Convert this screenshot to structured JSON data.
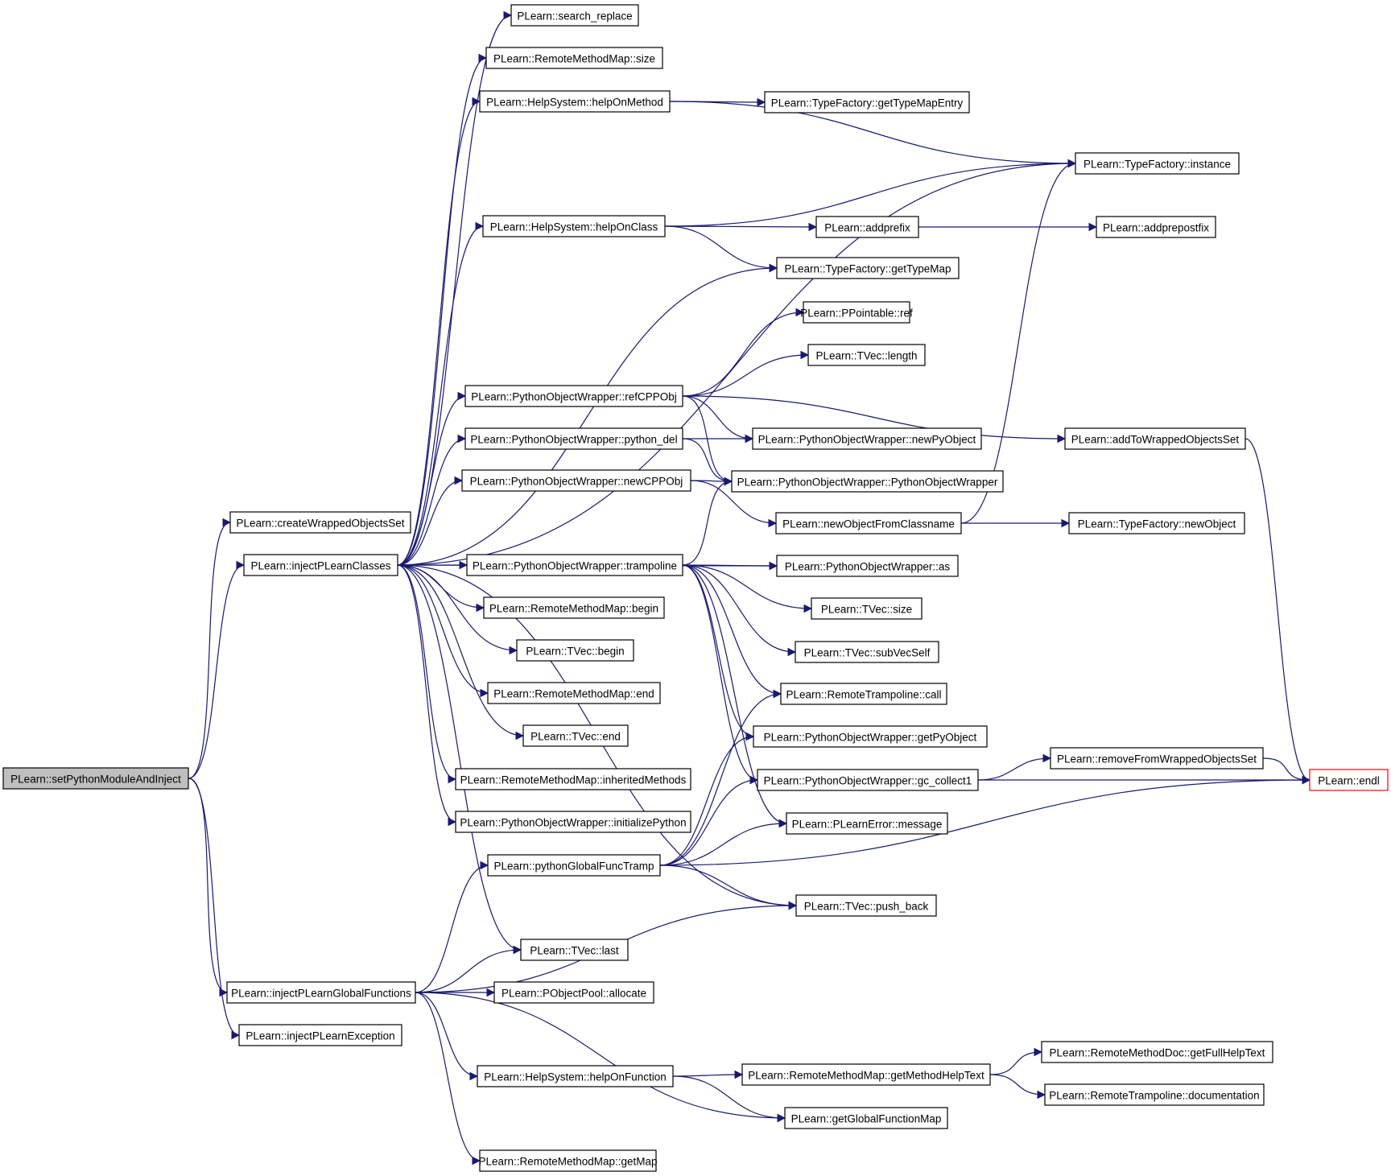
{
  "colors": {
    "edge": "#191970",
    "root_fill": "#bfbfbf",
    "truncated_border": "#ff0000"
  },
  "nodes": [
    {
      "id": "root",
      "label": "PLearn::setPythonModuleAndInject",
      "kind": "root"
    },
    {
      "id": "createWOS",
      "label": "PLearn::createWrappedObjectsSet"
    },
    {
      "id": "injectClasses",
      "label": "PLearn::injectPLearnClasses"
    },
    {
      "id": "injectGF",
      "label": "PLearn::injectPLearnGlobalFunctions"
    },
    {
      "id": "injectExc",
      "label": "PLearn::injectPLearnException"
    },
    {
      "id": "searchReplace",
      "label": "PLearn::search_replace"
    },
    {
      "id": "rmmSize",
      "label": "PLearn::RemoteMethodMap::size"
    },
    {
      "id": "helpOnMethod",
      "label": "PLearn::HelpSystem::helpOnMethod"
    },
    {
      "id": "getTypeMapEntry",
      "label": "PLearn::TypeFactory::getTypeMapEntry"
    },
    {
      "id": "tfInstance",
      "label": "PLearn::TypeFactory::instance"
    },
    {
      "id": "helpOnClass",
      "label": "PLearn::HelpSystem::helpOnClass"
    },
    {
      "id": "addprefix",
      "label": "PLearn::addprefix"
    },
    {
      "id": "addprepostfix",
      "label": "PLearn::addprepostfix"
    },
    {
      "id": "getTypeMap",
      "label": "PLearn::TypeFactory::getTypeMap"
    },
    {
      "id": "ppRef",
      "label": "PLearn::PPointable::ref"
    },
    {
      "id": "tvLength",
      "label": "PLearn::TVec::length"
    },
    {
      "id": "refCPPObj",
      "label": "PLearn::PythonObjectWrapper::refCPPObj"
    },
    {
      "id": "addToWOS",
      "label": "PLearn::addToWrappedObjectsSet"
    },
    {
      "id": "pythonDel",
      "label": "PLearn::PythonObjectWrapper::python_del"
    },
    {
      "id": "newPyObject",
      "label": "PLearn::PythonObjectWrapper::newPyObject"
    },
    {
      "id": "newCPPObj",
      "label": "PLearn::PythonObjectWrapper::newCPPObj"
    },
    {
      "id": "pow",
      "label": "PLearn::PythonObjectWrapper::PythonObjectWrapper"
    },
    {
      "id": "newObjFromCls",
      "label": "PLearn::newObjectFromClassname"
    },
    {
      "id": "tfNewObject",
      "label": "PLearn::TypeFactory::newObject"
    },
    {
      "id": "trampoline",
      "label": "PLearn::PythonObjectWrapper::trampoline"
    },
    {
      "id": "powAs",
      "label": "PLearn::PythonObjectWrapper::as"
    },
    {
      "id": "rmmBegin",
      "label": "PLearn::RemoteMethodMap::begin"
    },
    {
      "id": "tvSize",
      "label": "PLearn::TVec::size"
    },
    {
      "id": "tvBegin",
      "label": "PLearn::TVec::begin"
    },
    {
      "id": "tvSubVecSelf",
      "label": "PLearn::TVec::subVecSelf"
    },
    {
      "id": "rmmEnd",
      "label": "PLearn::RemoteMethodMap::end"
    },
    {
      "id": "rtCall",
      "label": "PLearn::RemoteTrampoline::call"
    },
    {
      "id": "tvEnd",
      "label": "PLearn::TVec::end"
    },
    {
      "id": "getPyObject",
      "label": "PLearn::PythonObjectWrapper::getPyObject"
    },
    {
      "id": "removeFromWOS",
      "label": "PLearn::removeFromWrappedObjectsSet"
    },
    {
      "id": "rmmInherited",
      "label": "PLearn::RemoteMethodMap::inheritedMethods"
    },
    {
      "id": "gcCollect1",
      "label": "PLearn::PythonObjectWrapper::gc_collect1"
    },
    {
      "id": "endl",
      "label": "PLearn::endl",
      "kind": "truncated"
    },
    {
      "id": "initPython",
      "label": "PLearn::PythonObjectWrapper::initializePython"
    },
    {
      "id": "errMessage",
      "label": "PLearn::PLearnError::message"
    },
    {
      "id": "pgft",
      "label": "PLearn::pythonGlobalFuncTramp"
    },
    {
      "id": "pushBack",
      "label": "PLearn::TVec::push_back"
    },
    {
      "id": "tvLast",
      "label": "PLearn::TVec::last"
    },
    {
      "id": "poolAllocate",
      "label": "PLearn::PObjectPool::allocate"
    },
    {
      "id": "helpOnFunction",
      "label": "PLearn::HelpSystem::helpOnFunction"
    },
    {
      "id": "getMethodHelpText",
      "label": "PLearn::RemoteMethodMap::getMethodHelpText"
    },
    {
      "id": "getFullHelpText",
      "label": "PLearn::RemoteMethodDoc::getFullHelpText"
    },
    {
      "id": "rtDoc",
      "label": "PLearn::RemoteTrampoline::documentation"
    },
    {
      "id": "getGFMap",
      "label": "PLearn::getGlobalFunctionMap"
    },
    {
      "id": "rmmGetMap",
      "label": "PLearn::RemoteMethodMap::getMap"
    }
  ],
  "edges": [
    [
      "root",
      "createWOS"
    ],
    [
      "root",
      "injectClasses"
    ],
    [
      "root",
      "injectGF"
    ],
    [
      "root",
      "injectExc"
    ],
    [
      "injectClasses",
      "searchReplace"
    ],
    [
      "injectClasses",
      "rmmSize"
    ],
    [
      "injectClasses",
      "helpOnMethod"
    ],
    [
      "injectClasses",
      "tfInstance"
    ],
    [
      "injectClasses",
      "helpOnClass"
    ],
    [
      "injectClasses",
      "getTypeMap"
    ],
    [
      "injectClasses",
      "refCPPObj"
    ],
    [
      "injectClasses",
      "pythonDel"
    ],
    [
      "injectClasses",
      "newCPPObj"
    ],
    [
      "injectClasses",
      "trampoline"
    ],
    [
      "injectClasses",
      "powAs"
    ],
    [
      "injectClasses",
      "rmmBegin"
    ],
    [
      "injectClasses",
      "tvBegin"
    ],
    [
      "injectClasses",
      "rmmEnd"
    ],
    [
      "injectClasses",
      "tvEnd"
    ],
    [
      "injectClasses",
      "rmmInherited"
    ],
    [
      "injectClasses",
      "initPython"
    ],
    [
      "injectClasses",
      "pushBack"
    ],
    [
      "injectClasses",
      "tvLast"
    ],
    [
      "helpOnMethod",
      "getTypeMapEntry"
    ],
    [
      "helpOnMethod",
      "tfInstance"
    ],
    [
      "helpOnClass",
      "tfInstance"
    ],
    [
      "helpOnClass",
      "addprefix"
    ],
    [
      "helpOnClass",
      "getTypeMap"
    ],
    [
      "addprefix",
      "addprepostfix"
    ],
    [
      "refCPPObj",
      "ppRef"
    ],
    [
      "refCPPObj",
      "tvLength"
    ],
    [
      "refCPPObj",
      "addToWOS"
    ],
    [
      "refCPPObj",
      "newPyObject"
    ],
    [
      "refCPPObj",
      "pow"
    ],
    [
      "pythonDel",
      "newPyObject"
    ],
    [
      "pythonDel",
      "pow"
    ],
    [
      "newCPPObj",
      "pow"
    ],
    [
      "newCPPObj",
      "newObjFromCls"
    ],
    [
      "newObjFromCls",
      "tfInstance"
    ],
    [
      "newObjFromCls",
      "tfNewObject"
    ],
    [
      "trampoline",
      "pow"
    ],
    [
      "trampoline",
      "powAs"
    ],
    [
      "trampoline",
      "tvSize"
    ],
    [
      "trampoline",
      "tvSubVecSelf"
    ],
    [
      "trampoline",
      "rtCall"
    ],
    [
      "trampoline",
      "getPyObject"
    ],
    [
      "trampoline",
      "gcCollect1"
    ],
    [
      "trampoline",
      "errMessage"
    ],
    [
      "addToWOS",
      "endl"
    ],
    [
      "gcCollect1",
      "removeFromWOS"
    ],
    [
      "gcCollect1",
      "endl"
    ],
    [
      "removeFromWOS",
      "endl"
    ],
    [
      "pgft",
      "rtCall"
    ],
    [
      "pgft",
      "getPyObject"
    ],
    [
      "pgft",
      "gcCollect1"
    ],
    [
      "pgft",
      "errMessage"
    ],
    [
      "pgft",
      "endl"
    ],
    [
      "pgft",
      "pushBack"
    ],
    [
      "injectGF",
      "pgft"
    ],
    [
      "injectGF",
      "tvLast"
    ],
    [
      "injectGF",
      "poolAllocate"
    ],
    [
      "injectGF",
      "pushBack"
    ],
    [
      "injectGF",
      "helpOnFunction"
    ],
    [
      "injectGF",
      "getGFMap"
    ],
    [
      "injectGF",
      "rmmGetMap"
    ],
    [
      "helpOnFunction",
      "getMethodHelpText"
    ],
    [
      "helpOnFunction",
      "getGFMap"
    ],
    [
      "getMethodHelpText",
      "getFullHelpText"
    ],
    [
      "getMethodHelpText",
      "rtDoc"
    ]
  ]
}
